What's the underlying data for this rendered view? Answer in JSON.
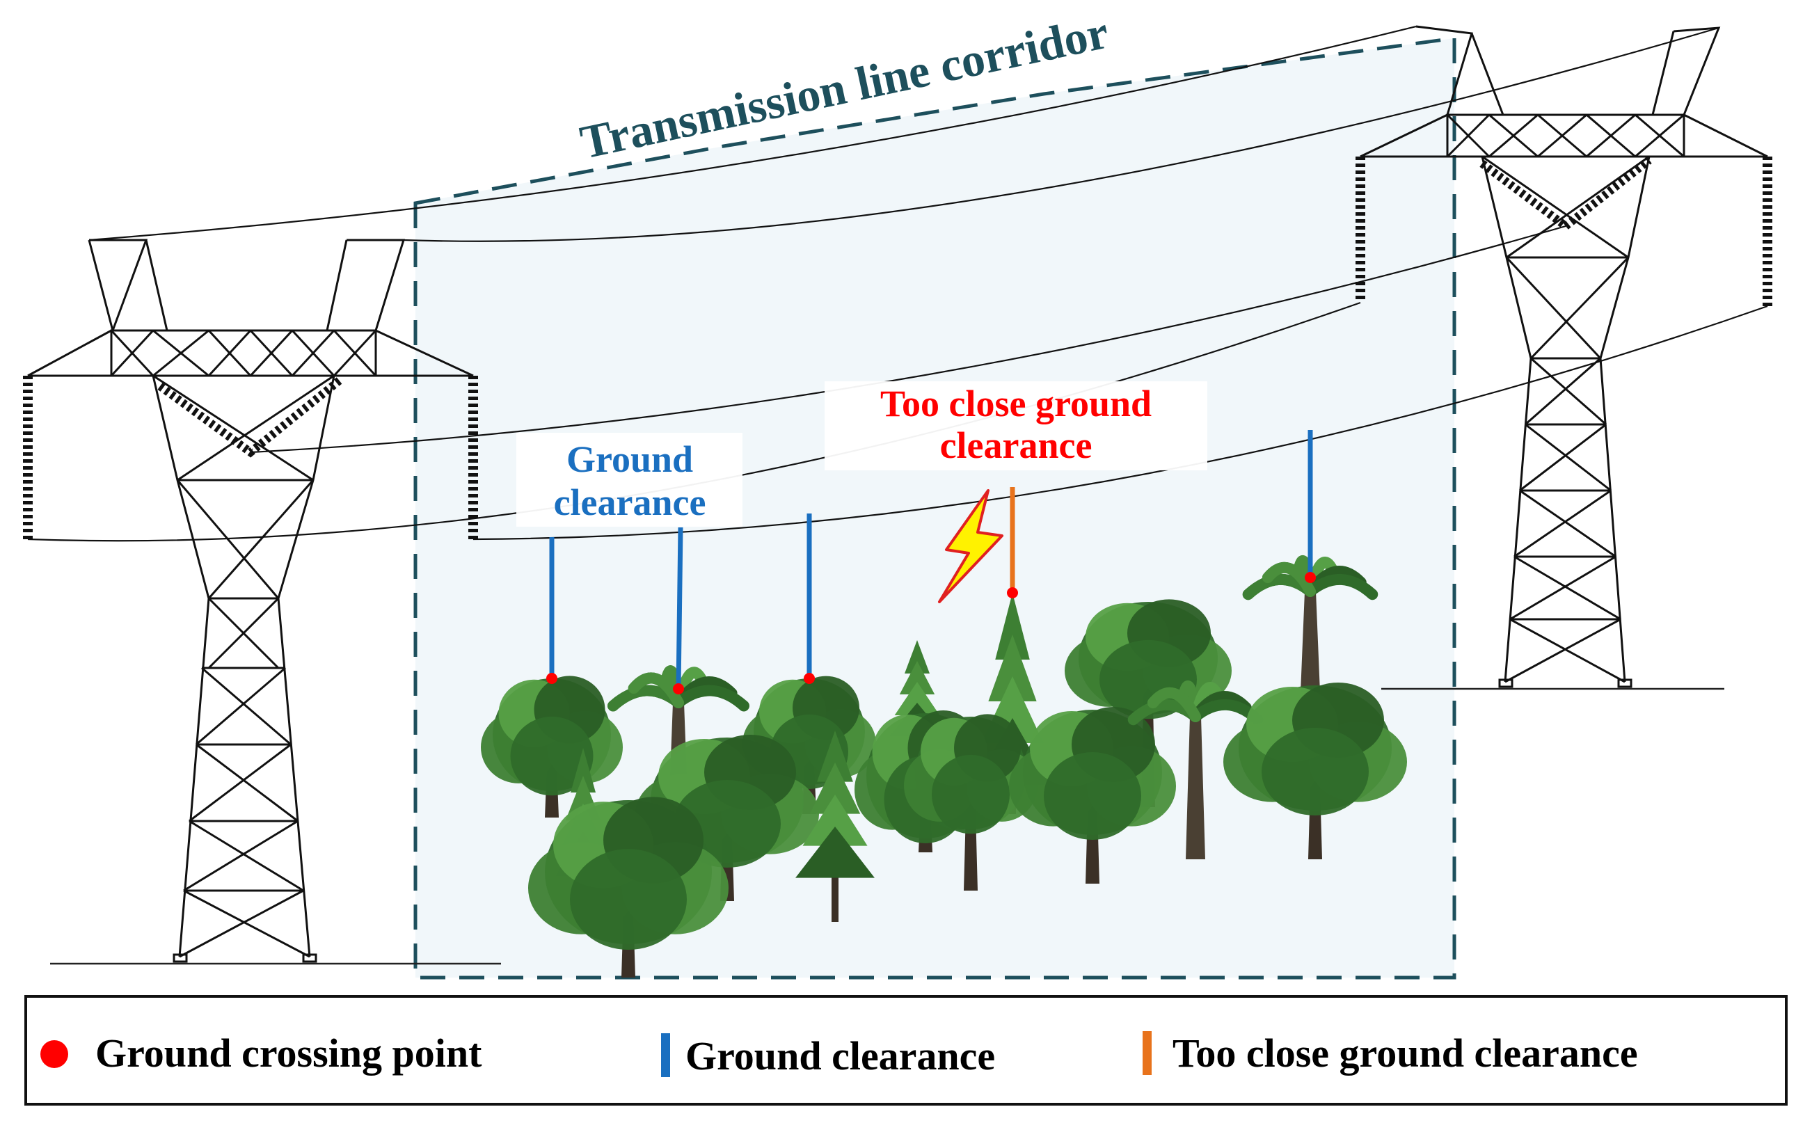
{
  "title": "Transmission line corridor",
  "labels": {
    "ground_clearance": [
      "Ground",
      "clearance"
    ],
    "too_close": [
      "Too close ground",
      "clearance"
    ]
  },
  "legend": [
    {
      "marker": "dot",
      "color": "#ff0000",
      "text": "Ground crossing point"
    },
    {
      "marker": "bar",
      "color": "#1a6fc0",
      "text": "Ground clearance"
    },
    {
      "marker": "bar",
      "color": "#e8731c",
      "text": "Too close ground clearance"
    }
  ],
  "colors": {
    "corridor_border": "#1d4f5c",
    "corridor_fill": "#f1f7fa",
    "title_text": "#1d4f5c",
    "clearance_line": "#1a6fc0",
    "too_close_line": "#e8731c",
    "crossing_point": "#ff0000",
    "ground_label": "#1a6fc0",
    "too_close_label": "#ff0000",
    "lightning_fill": "#fff200",
    "lightning_stroke": "#e02020"
  },
  "icons": [
    "transmission-tower-left",
    "transmission-tower-right",
    "insulator",
    "lightning-bolt-icon",
    "tree"
  ]
}
